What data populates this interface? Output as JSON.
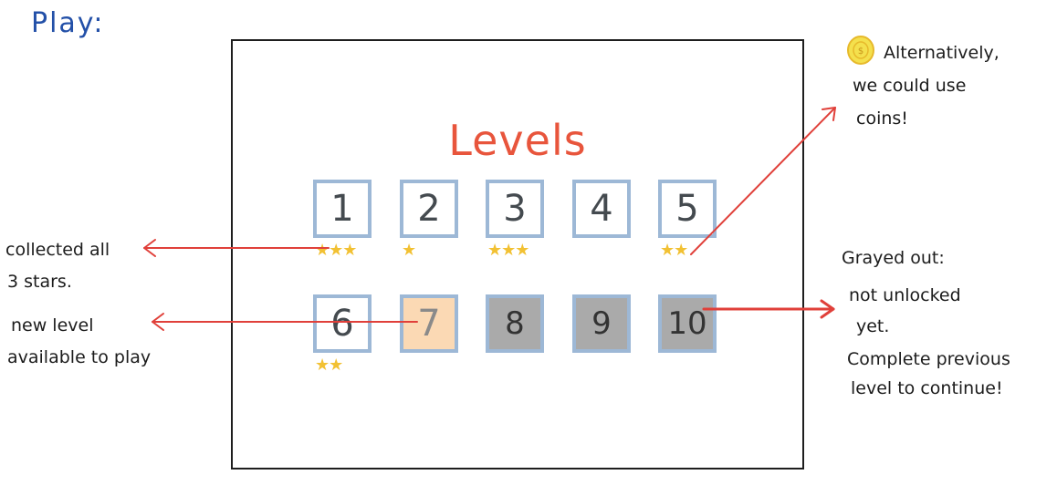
{
  "play_label": "Play:",
  "screen": {
    "title": "Levels",
    "levels": [
      {
        "number": "1",
        "state": "completed",
        "stars": 3
      },
      {
        "number": "2",
        "state": "completed",
        "stars": 1
      },
      {
        "number": "3",
        "state": "completed",
        "stars": 3
      },
      {
        "number": "4",
        "state": "completed",
        "stars": 0
      },
      {
        "number": "5",
        "state": "completed",
        "stars": 2
      },
      {
        "number": "6",
        "state": "completed",
        "stars": 2
      },
      {
        "number": "7",
        "state": "available",
        "stars": 0
      },
      {
        "number": "8",
        "state": "locked",
        "stars": 0
      },
      {
        "number": "9",
        "state": "locked",
        "stars": 0
      },
      {
        "number": "10",
        "state": "locked",
        "stars": 0
      }
    ]
  },
  "annotations": {
    "coins": {
      "line1": "Alternatively,",
      "line2": "we could use",
      "line3": "coins!",
      "icon": "coin-icon"
    },
    "stars": {
      "line1": "collected all",
      "line2": "3 stars."
    },
    "new_level": {
      "line1": "new level",
      "line2": "available to play"
    },
    "grayed": {
      "line1": "Grayed out:",
      "line2": "not unlocked",
      "line3": "yet.",
      "line4": "Complete previous",
      "line5": "level to continue!"
    }
  },
  "colors": {
    "title": "#e8553c",
    "play_label": "#2350a8",
    "tile_border": "#9db8d6",
    "available_fill": "#fbd9b4",
    "locked_fill": "#aaaaaa",
    "star": "#f2c133",
    "arrow": "#e0403a",
    "coin": "#f4e04d"
  }
}
